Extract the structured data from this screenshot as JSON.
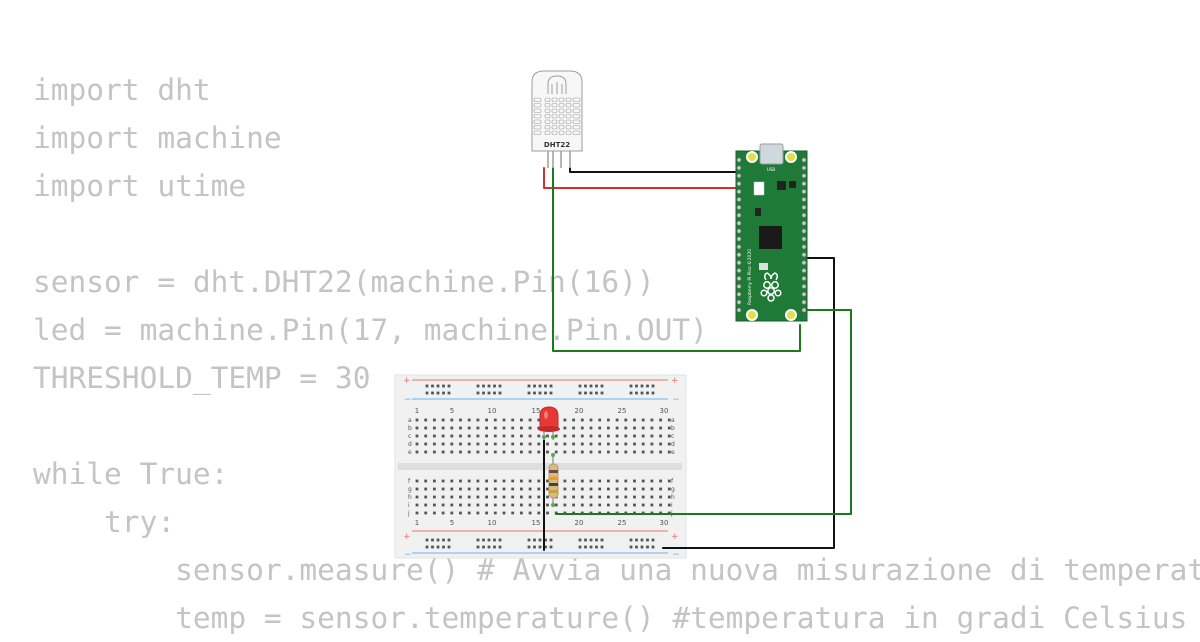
{
  "code_lines": [
    "import dht",
    "import machine",
    "import utime",
    "",
    "sensor = dht.DHT22(machine.Pin(16))",
    "led = machine.Pin(17, machine.Pin.OUT)",
    "THRESHOLD_TEMP = 30",
    "",
    "while True:",
    "    try:",
    "        sensor.measure() # Avvia una nuova misurazione di temperatura",
    "        temp = sensor.temperature() #temperatura in gradi Celsius"
  ],
  "sensor": {
    "label": "DHT22"
  },
  "pico": {
    "board_text": "Raspberry Pi Pico ©2020",
    "usb_text": "USB"
  },
  "breadboard": {
    "column_numbers": [
      "1",
      "5",
      "10",
      "15",
      "20",
      "25",
      "30"
    ],
    "top_row_letters": [
      "a",
      "b",
      "c",
      "d",
      "e"
    ],
    "bottom_row_letters": [
      "f",
      "g",
      "h",
      "i",
      "j"
    ],
    "plus_sign": "+",
    "minus_sign": "−"
  },
  "colors": {
    "code_text": "#c4c4c4",
    "wire_black": "#111111",
    "wire_red": "#d32f2f",
    "wire_green": "#1b7a1b",
    "pico_green": "#1f7a37",
    "led_red": "#e53935",
    "rail_red": "#e57373",
    "rail_blue": "#64b5f6"
  },
  "icons": [
    "raspberry-logo-icon",
    "led-icon",
    "resistor-icon",
    "dht22-sensor-icon"
  ]
}
